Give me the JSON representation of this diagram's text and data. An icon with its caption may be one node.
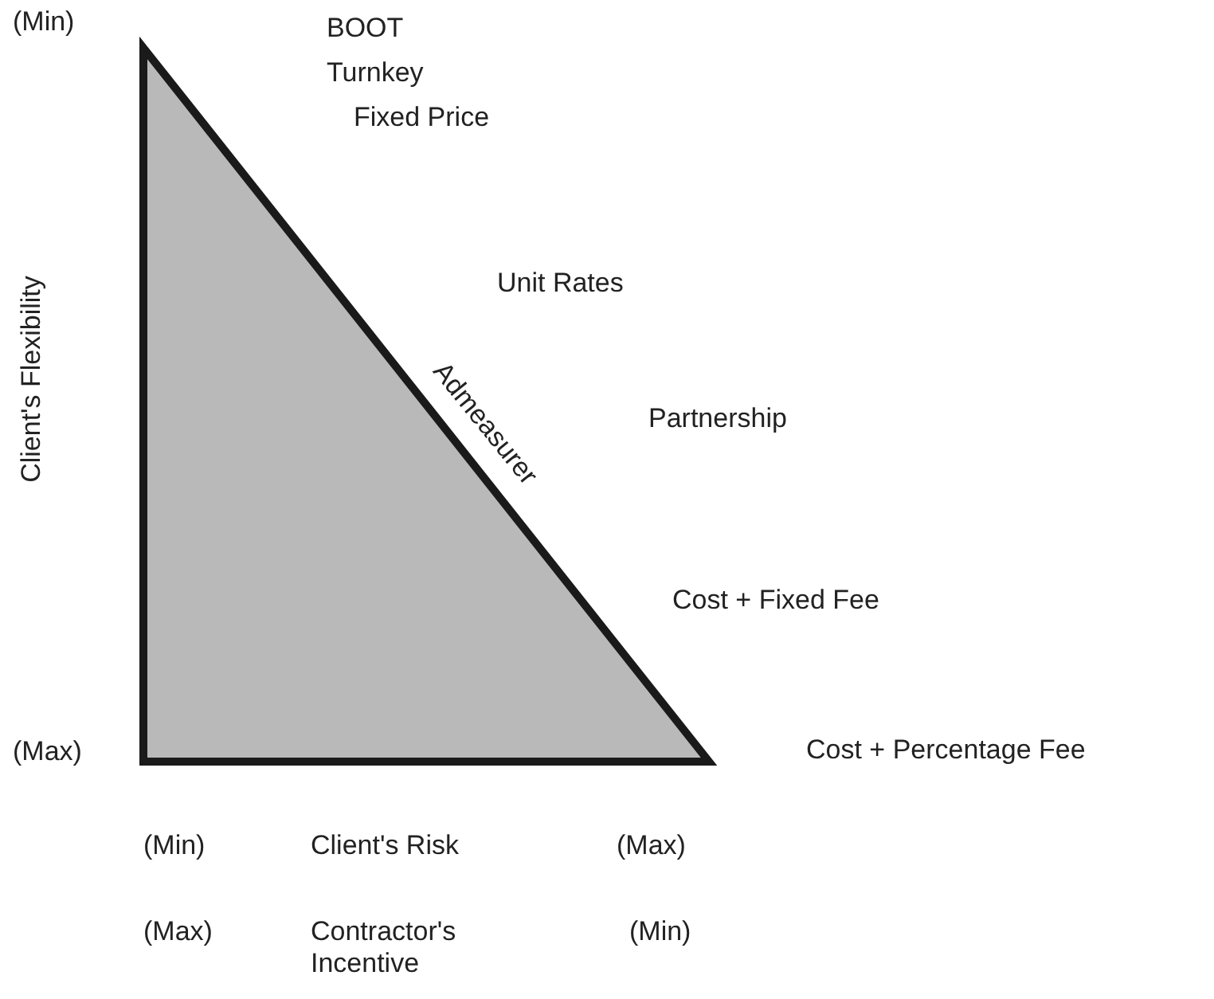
{
  "diagram": {
    "labels": [
      "(Min)",
      "BOOT",
      "Turnkey",
      "Fixed Price",
      "Client's Flexibility",
      "Unit Rates",
      "Admeasurer",
      "Partnership",
      "Cost + Fixed Fee",
      "(Max)",
      "Cost + Percentage Fee",
      "(Min)",
      "Client's Risk",
      "(Max)",
      "(Max)",
      "Contractor's Incentive",
      "(Min)"
    ]
  }
}
